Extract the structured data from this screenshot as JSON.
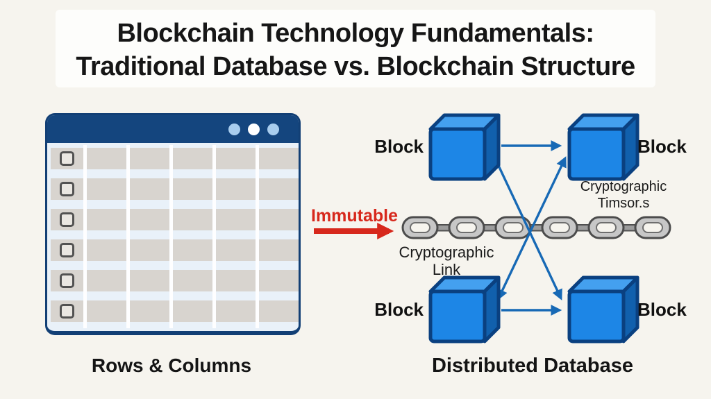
{
  "title": {
    "line1": "Blockchain Technology Fundamentals:",
    "line2": "Traditional Database vs. Blockchain Structure"
  },
  "left_panel": {
    "caption": "Rows & Columns",
    "window": {
      "rows": 6,
      "data_columns": 5,
      "has_checkbox_column": true,
      "titlebar_dot_count": 3
    }
  },
  "middle": {
    "immutable_label": "Immutable",
    "chain_link_count": 6,
    "chain_caption": {
      "line1": "Cryptographic",
      "line2": "Link"
    }
  },
  "right_panel": {
    "caption": "Distributed Database",
    "note": {
      "line1": "Cryptographic",
      "line2": "Timsor.s"
    },
    "blocks": [
      {
        "label": "Block",
        "position": "top-left"
      },
      {
        "label": "Block",
        "position": "top-right"
      },
      {
        "label": "Block",
        "position": "bottom-left"
      },
      {
        "label": "Block",
        "position": "bottom-right"
      }
    ]
  },
  "colors": {
    "background": "#f6f4ee",
    "title_text": "#161616",
    "window_titlebar": "#14457e",
    "window_body": "#e9f1f9",
    "cell_gray": "#d8d4cf",
    "accent_red": "#d7281c",
    "cube_front": "#1d86e6",
    "cube_top": "#44a0ef",
    "cube_side": "#1160ad",
    "arrow_blue": "#1769b5",
    "chain_gray": "#c7c7c7"
  }
}
